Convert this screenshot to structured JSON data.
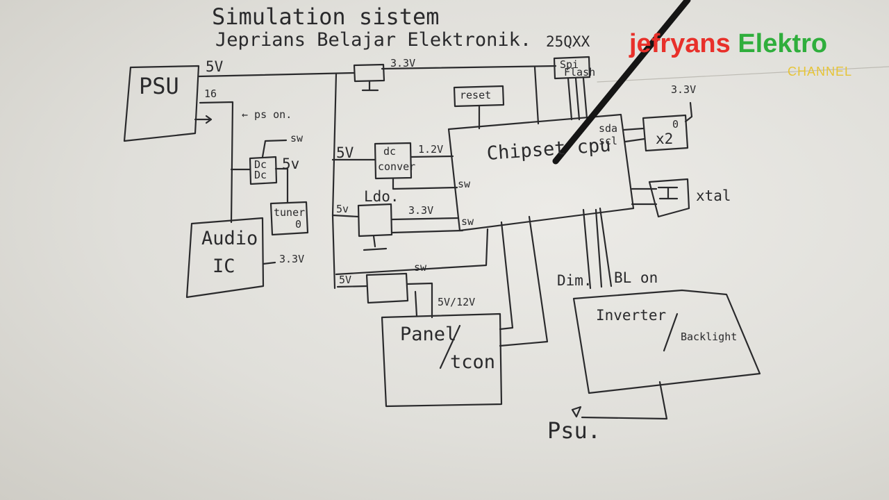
{
  "title": {
    "line1": "Simulation sistem",
    "line2": "Jeprians Belajar Elektronik."
  },
  "watermark": {
    "name_a": "jefryans",
    "name_b": "Elektro",
    "sub": "CHANNEL",
    "color_a": "#e8302a",
    "color_b": "#2fae3c",
    "color_sub": "#e6c436"
  },
  "blocks": {
    "psu": "PSU",
    "audio_a": "Audio",
    "audio_b": "IC",
    "dcdc_a": "Dc",
    "dcdc_b": "Dc",
    "tuner": "tuner",
    "dc_conv_a": "dc",
    "dc_conv_b": "conver",
    "ldo": "Ldo.",
    "reset": "reset",
    "spi_flash_a": "Spi",
    "spi_flash_b": "Flash",
    "chipset": "Chipset cpu",
    "x2": "x2",
    "xtal": "xtal",
    "panel": "Panel",
    "tcon": "tcon",
    "inverter": "Inverter",
    "backlight": "Backlight",
    "psu_bottom": "Psu."
  },
  "labels": {
    "psu_5v": "5V",
    "psu_16": "16",
    "ps_on": "← ps on.",
    "sw_dcdc": "sw",
    "dcdc_5v": "5v",
    "audio_3v3": "3.3V",
    "reg_3v3": "3.3V",
    "spi_part": "25QXX",
    "conv_5v": "5V",
    "conv_1v2": "1.2V",
    "conv_sw": "sw",
    "ldo_5v": "5v",
    "ldo_3v3": "3.3V",
    "ldo_sw": "sw",
    "panel_5v": "5V",
    "panel_sw": "sw",
    "panel_5v12v": "5V/12V",
    "sda": "sda",
    "scl": "scl",
    "x2_3v3": "3.3V",
    "x2_pin": "0",
    "tuner_pin": "0",
    "dim": "Dim.",
    "bl_on": "BL on"
  },
  "colors": {
    "ink": "#2a2a2c",
    "paper": "#e6e5e0",
    "pen": "#1a1a1a"
  }
}
